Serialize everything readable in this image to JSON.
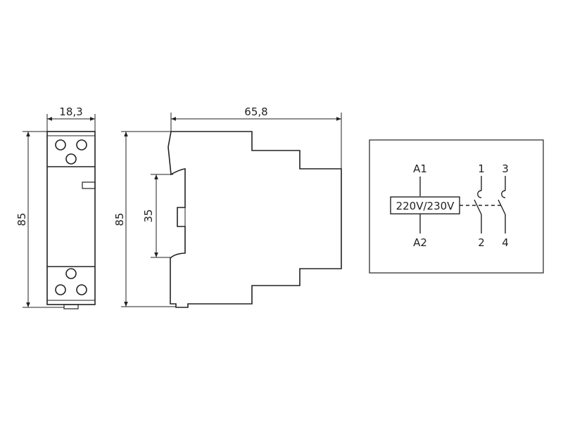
{
  "dimensions": {
    "front_width": "18,3",
    "front_height": "85",
    "side_depth": "65,8",
    "side_height": "85",
    "rail_height": "35"
  },
  "schematic": {
    "coil_top": "A1",
    "coil_bottom": "A2",
    "coil_voltage": "220V/230V",
    "contact_1": "1",
    "contact_2": "2",
    "contact_3": "3",
    "contact_4": "4"
  },
  "colors": {
    "line": "#222222",
    "background": "#ffffff"
  }
}
